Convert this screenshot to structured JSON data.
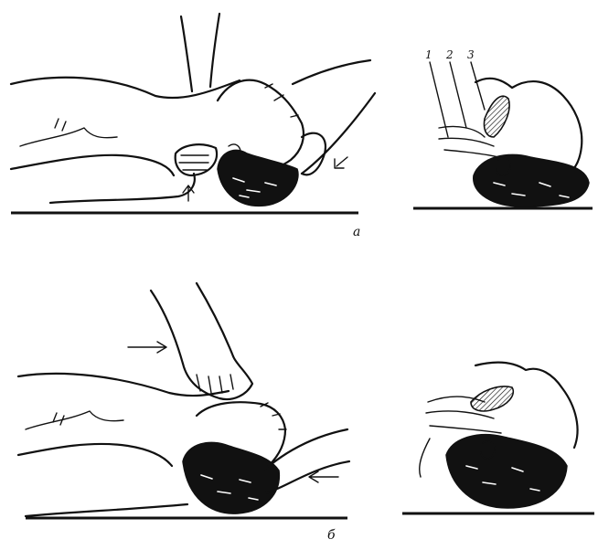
{
  "panels": [
    {
      "label": "а",
      "callouts": [
        "1",
        "2",
        "3"
      ]
    },
    {
      "label": "б"
    }
  ],
  "colors": {
    "ink": "#111111",
    "background": "#ffffff"
  }
}
